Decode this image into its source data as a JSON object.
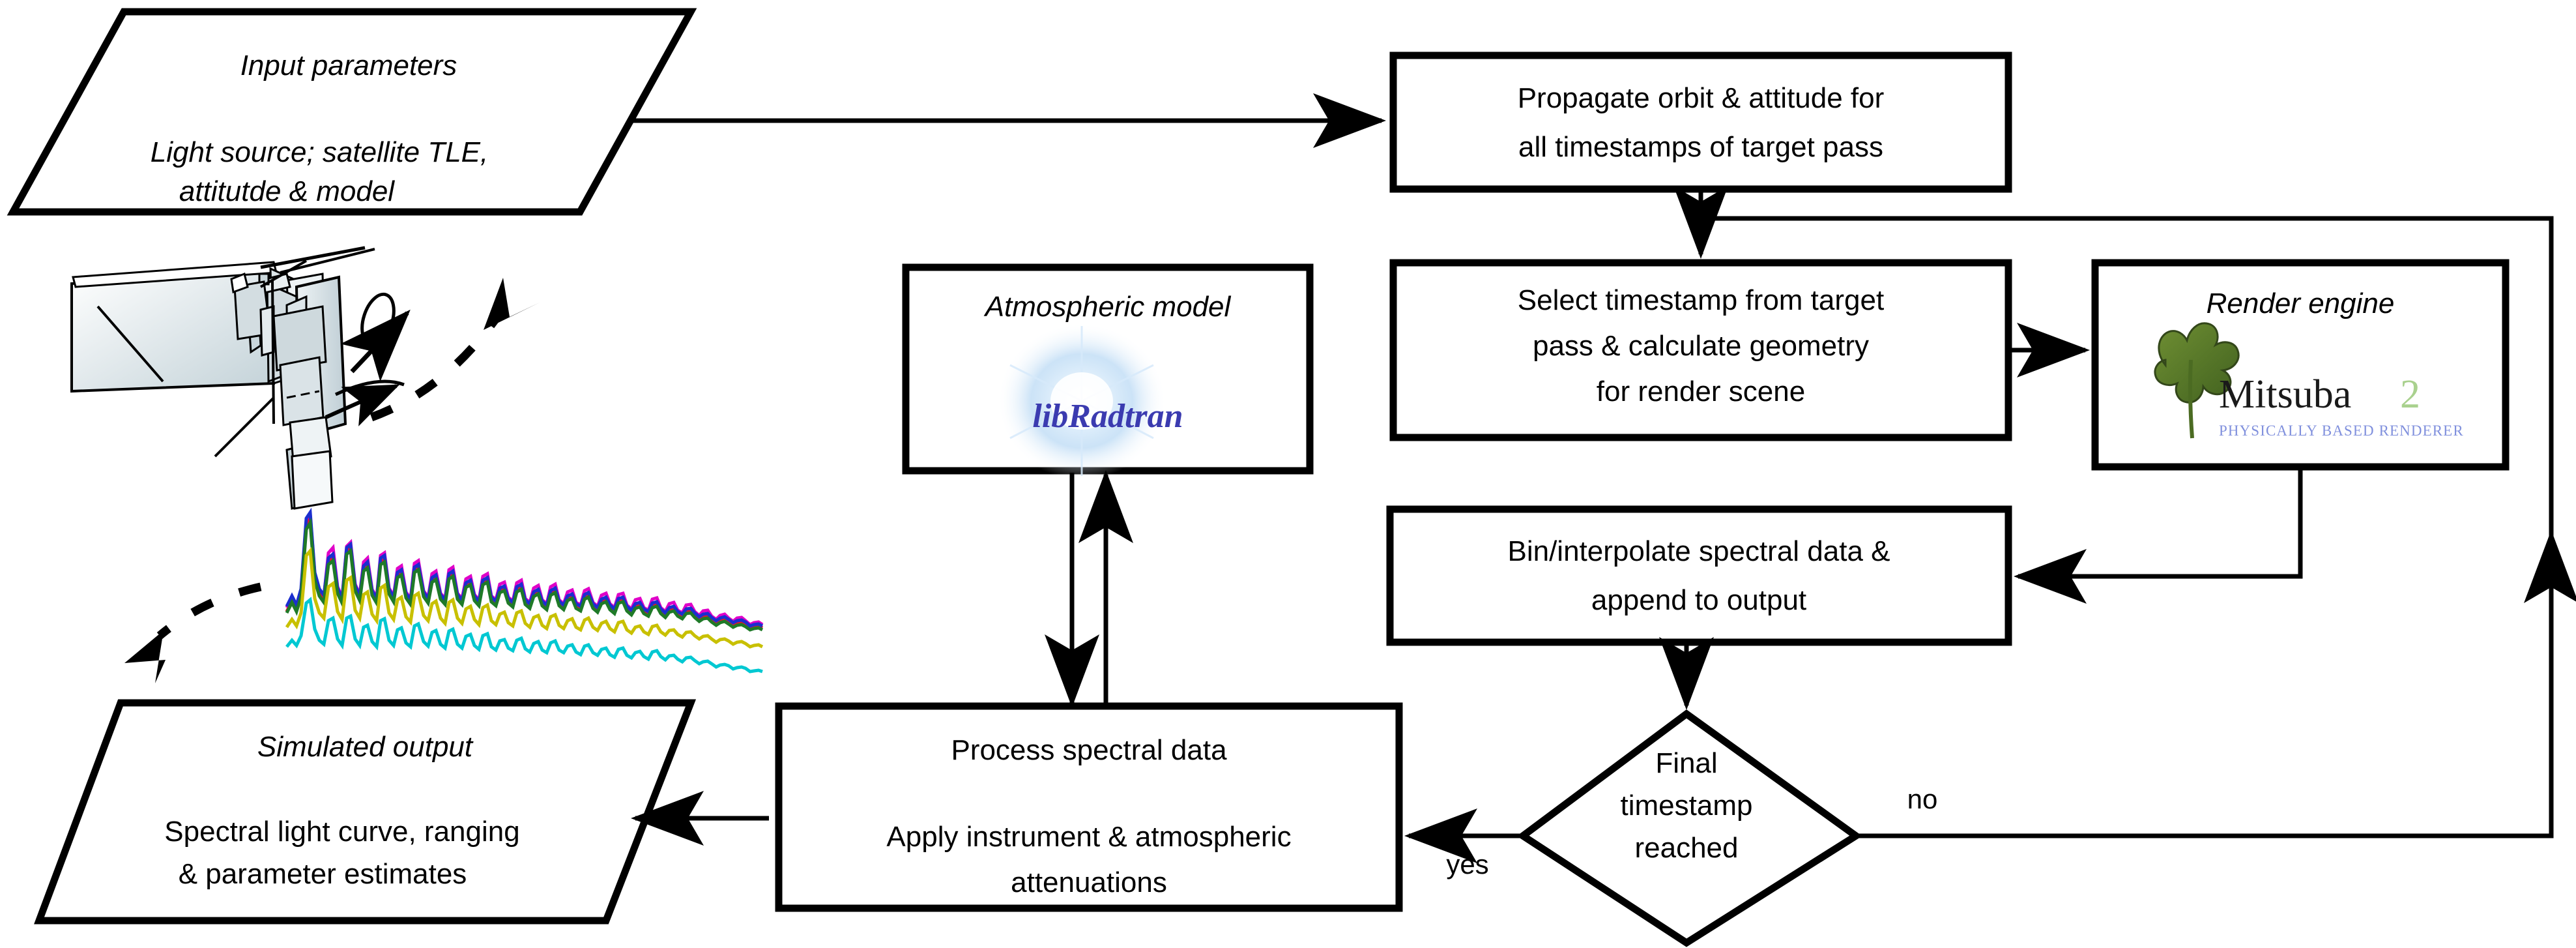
{
  "diagram": {
    "title": "Satellite light-curve simulation pipeline flowchart",
    "nodes": {
      "input_parameters": {
        "heading": "Input parameters",
        "line1": "Light source; satellite TLE,",
        "line2": "attitutde & model",
        "shape": "parallelogram"
      },
      "propagate": {
        "line1": "Propagate orbit & attitude for",
        "line2": "all timestamps of target pass",
        "shape": "process"
      },
      "select_timestamp": {
        "line1": "Select timestamp from target",
        "line2": "pass & calculate geometry",
        "line3": "for render scene",
        "shape": "process"
      },
      "render_engine": {
        "heading": "Render engine",
        "logo_name": "Mitsuba",
        "logo_version": "2",
        "logo_tagline": "Physically Based Renderer",
        "logo_icon": "mitsuba-leaf-icon",
        "shape": "process"
      },
      "atmospheric_model": {
        "heading": "Atmospheric model",
        "logo_name": "libRadtran",
        "logo_icon": "libradtran-glow-icon",
        "shape": "process"
      },
      "bin_interpolate": {
        "line1": "Bin/interpolate spectral data &",
        "line2": "append to output",
        "shape": "process"
      },
      "final_timestamp": {
        "line1": "Final",
        "line2": "timestamp",
        "line3": "reached",
        "shape": "decision"
      },
      "process_spectral": {
        "line1": "Process spectral data",
        "line2": "Apply instrument & atmospheric",
        "line3": "attenuations",
        "shape": "process"
      },
      "simulated_output": {
        "heading": "Simulated output",
        "line1": "Spectral light curve, ranging",
        "line2": "& parameter estimates",
        "shape": "parallelogram"
      }
    },
    "edge_labels": {
      "yes": "yes",
      "no": "no"
    },
    "illustrations": {
      "satellite": "satellite-illustration",
      "light_curve": "light-curve-plot"
    },
    "colors": {
      "stroke": "#000000",
      "fill": "#ffffff",
      "mitsuba_two": "#a9d18e",
      "mitsuba_tagline": "#8090dd",
      "libradtran_text": "#3b3bb0",
      "libradtran_glow": "#bfdcf5",
      "leaf_green": "#5b7a2e",
      "satellite_panel": "#cdd9dd"
    }
  },
  "chart_data": {
    "type": "line",
    "title": "",
    "xlabel": "",
    "ylabel": "",
    "grid": false,
    "legend": "none",
    "description": "Simulated spectral light curve: damped oscillating multi-band brightness series",
    "series": [
      {
        "name": "band-magenta",
        "color": "#e000c8"
      },
      {
        "name": "band-red",
        "color": "#e8152a"
      },
      {
        "name": "band-blue",
        "color": "#1b2ecf"
      },
      {
        "name": "band-green",
        "color": "#1f7a28"
      },
      {
        "name": "band-olive",
        "color": "#c8c000"
      },
      {
        "name": "band-cyan",
        "color": "#00c8d2"
      }
    ],
    "n_peaks": 22,
    "envelope": "decaying"
  }
}
